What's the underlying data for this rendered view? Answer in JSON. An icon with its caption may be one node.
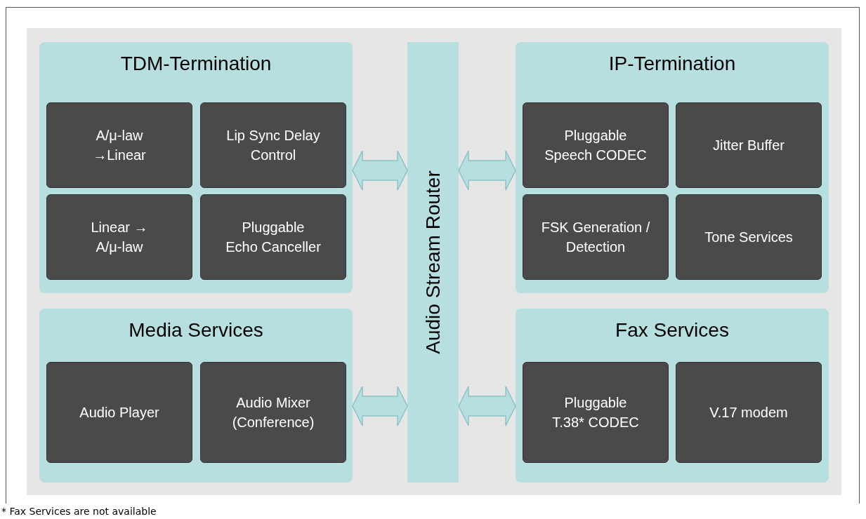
{
  "diagram": {
    "nodes": [
      {
        "text": [
          "TDM-Termination"
        ]
      },
      {
        "text": [
          "A/μ-law →Linear"
        ],
        "in": 0
      },
      {
        "text": [
          "Lip Sync Delay Control"
        ],
        "in": 0
      },
      {
        "text": [
          "Linear → A/μ-law"
        ],
        "in": 0
      },
      {
        "text": [
          "Pluggable Echo Canceller"
        ],
        "in": 0
      },
      {
        "text": [
          "Media Services"
        ]
      },
      {
        "text": [
          "Audio Player"
        ],
        "in": 5
      },
      {
        "text": [
          "Audio Mixer (Conference)"
        ],
        "in": 5
      },
      {
        "text": [
          "Audio Stream Router"
        ]
      },
      {
        "text": [
          "IP-Termination"
        ]
      },
      {
        "text": [
          "Pluggable Speech CODEC"
        ],
        "in": 9
      },
      {
        "text": [
          "Jitter Buffer"
        ],
        "in": 9
      },
      {
        "text": [
          "FSK Generation / Detection"
        ],
        "in": 9
      },
      {
        "text": [
          "Tone Services"
        ],
        "in": 9
      },
      {
        "text": [
          "Fax Services"
        ]
      },
      {
        "text": [
          "Pluggable T.38* CODEC"
        ],
        "in": 14
      },
      {
        "text": [
          "V.17 modem"
        ],
        "in": 14
      }
    ],
    "edges": [
      {
        "from": 0,
        "to": 8,
        "arrow": "both"
      },
      {
        "from": 5,
        "to": 8,
        "arrow": "both"
      },
      {
        "from": 8,
        "to": 9,
        "arrow": "both"
      },
      {
        "from": 8,
        "to": 14,
        "arrow": "both"
      }
    ],
    "labels": [
      "* Fax Services are not available"
    ]
  }
}
